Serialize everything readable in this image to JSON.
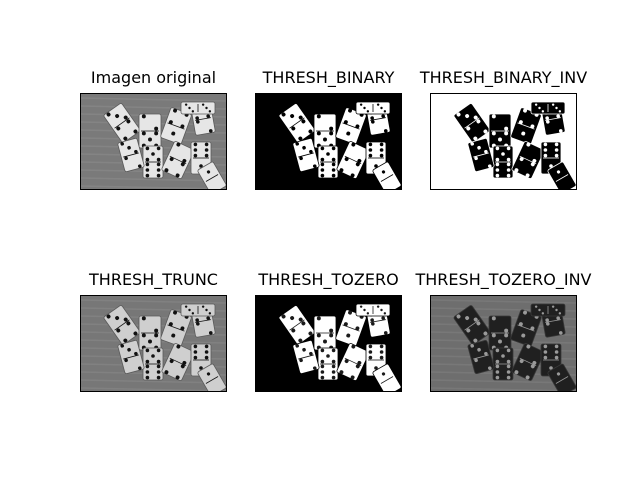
{
  "figure": {
    "panels": [
      {
        "id": "original",
        "title": "Imagen original",
        "mode": "original"
      },
      {
        "id": "thresh-binary",
        "title": "THRESH_BINARY",
        "mode": "binary"
      },
      {
        "id": "thresh-binary-inv",
        "title": "THRESH_BINARY_INV",
        "mode": "binary_inv"
      },
      {
        "id": "thresh-trunc",
        "title": "THRESH_TRUNC",
        "mode": "trunc"
      },
      {
        "id": "thresh-tozero",
        "title": "THRESH_TOZERO",
        "mode": "tozero"
      },
      {
        "id": "thresh-tozero-inv",
        "title": "THRESH_TOZERO_INV",
        "mode": "tozero_inv"
      }
    ]
  },
  "colors": {
    "figure_background": "#ffffff",
    "axes_border": "#000000",
    "title_text": "#000000"
  }
}
